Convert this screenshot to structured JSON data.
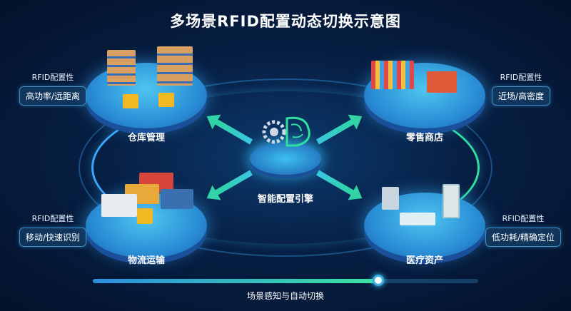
{
  "title": "多场景RFID配置动态切换示意图",
  "center": {
    "label": "智能配置引擎",
    "icon": "brain-gear-icon"
  },
  "scenes": [
    {
      "name": "仓库管理",
      "config_title": "RFID配置性",
      "config_value": "高功率/远距离"
    },
    {
      "name": "零售商店",
      "config_title": "RFID配置性",
      "config_value": "近场/高密度"
    },
    {
      "name": "物流运输",
      "config_title": "RFID配置性",
      "config_value": "移动/快速识别"
    },
    {
      "name": "医疗资产",
      "config_title": "RFID配置性",
      "config_value": "低功耗/精确定位"
    }
  ],
  "progress": {
    "label": "场景感知与自动切换",
    "value_percent": 74
  },
  "colors": {
    "accent_blue": "#2b8ee0",
    "accent_green": "#3be3a0",
    "background": "#071f44"
  }
}
